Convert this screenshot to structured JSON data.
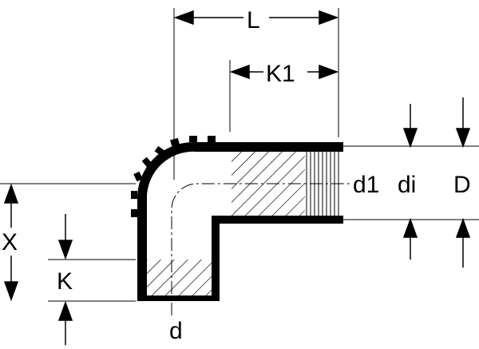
{
  "labels": {
    "length": "L",
    "socket_length": "K1",
    "height": "X",
    "spigot_length": "K",
    "outer_diameter_spigot": "d",
    "thread_diameter": "d1",
    "inner_diameter": "di",
    "outer_diameter_socket": "D"
  },
  "colors": {
    "line": "#000000",
    "background": "#ffffff"
  }
}
